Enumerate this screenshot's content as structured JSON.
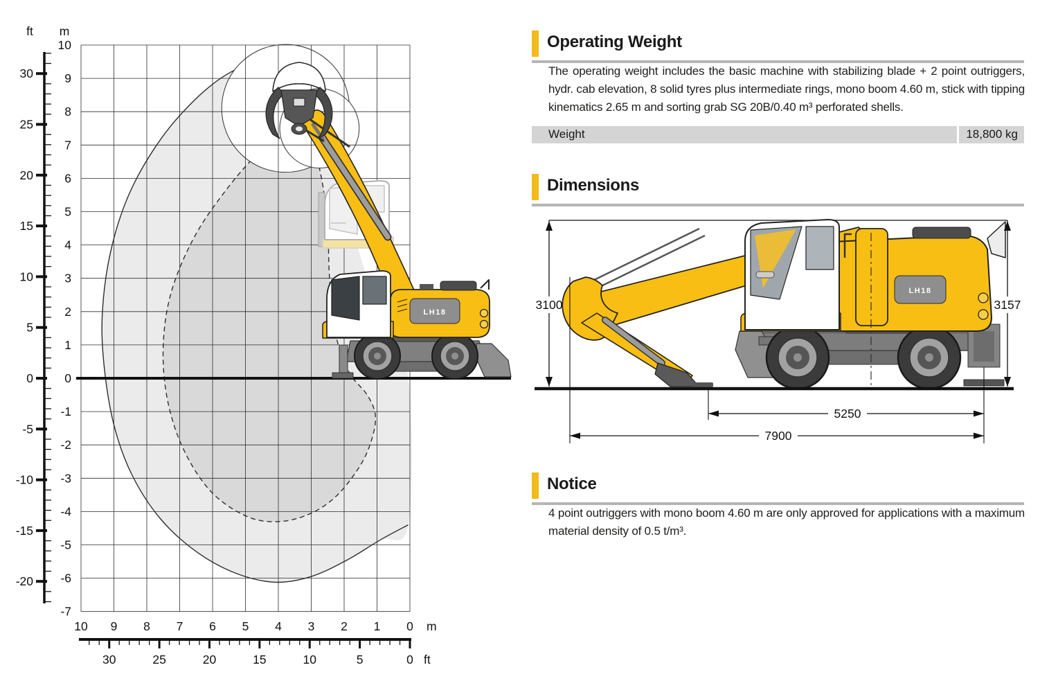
{
  "model": "LH18",
  "sections": {
    "operating_weight": {
      "title": "Operating Weight",
      "body": "The operating weight includes the basic machine with stabilizing blade + 2 point outriggers, hydr. cab elevation, 8 solid tyres plus intermediate rings, mono boom 4.60 m, stick with tipping kinematics 2.65 m and sorting grab SG 20B/0.40 m³ perforated shells.",
      "weight_label": "Weight",
      "weight_value": "18,800 kg"
    },
    "dimensions": {
      "title": "Dimensions",
      "dims": {
        "height_boom": "3100",
        "height_cab": "3157",
        "length_inner": "5250",
        "length_overall": "7900"
      }
    },
    "notice": {
      "title": "Notice",
      "body": "4 point outriggers with mono boom 4.60 m are only approved for applications with a maximum material density of 0.5 t/m³."
    }
  },
  "chart": {
    "unit_left_outer": "ft",
    "unit_left_inner": "m",
    "unit_bottom_m": "m",
    "unit_bottom_ft": "ft"
  },
  "chart_data": {
    "type": "area",
    "description": "Working range envelope diagram of the material handler with sorting grab",
    "x_axis": {
      "label": "reach",
      "unit": "m",
      "range": [
        0,
        10
      ],
      "reversed": true,
      "ticks_m": [
        10,
        9,
        8,
        7,
        6,
        5,
        4,
        3,
        2,
        1,
        0
      ],
      "ticks_ft": [
        30,
        25,
        20,
        15,
        10,
        5,
        0
      ]
    },
    "y_axis": {
      "label": "height",
      "unit": "m",
      "range": [
        -7,
        10
      ],
      "ticks_m": [
        10,
        9,
        8,
        7,
        6,
        5,
        4,
        3,
        2,
        1,
        0,
        -1,
        -2,
        -3,
        -4,
        -5,
        -6,
        -7
      ],
      "ticks_ft": [
        30,
        25,
        20,
        15,
        10,
        5,
        0,
        -5,
        -10,
        -15,
        -20
      ]
    },
    "grid": true,
    "ground_level_m": 0,
    "series": [
      {
        "name": "maximum-working-envelope",
        "line": "solid",
        "fill": "#ebebeb",
        "points": [
          [
            3.9,
            9.2
          ],
          [
            4.55,
            9.5
          ],
          [
            5.6,
            9.1
          ],
          [
            6.7,
            8.2
          ],
          [
            7.7,
            7.0
          ],
          [
            8.55,
            5.5
          ],
          [
            9.1,
            3.8
          ],
          [
            9.35,
            2.0
          ],
          [
            9.3,
            0.4
          ],
          [
            9.0,
            -1.4
          ],
          [
            8.45,
            -2.9
          ],
          [
            7.6,
            -4.2
          ],
          [
            6.5,
            -5.2
          ],
          [
            5.3,
            -5.85
          ],
          [
            4.1,
            -6.12
          ],
          [
            3.0,
            -5.95
          ],
          [
            1.9,
            -5.45
          ],
          [
            0.9,
            -4.85
          ],
          [
            0.05,
            -4.4
          ]
        ],
        "closure": [
          [
            0.05,
            0.0
          ],
          [
            0.9,
            1.8
          ],
          [
            1.8,
            4.6
          ],
          [
            2.6,
            7.0
          ],
          [
            3.3,
            8.35
          ]
        ]
      },
      {
        "name": "grab-working-envelope",
        "line": "dashed",
        "fill": "#d9d9d9",
        "points": [
          [
            3.45,
            8.0
          ],
          [
            4.5,
            6.9
          ],
          [
            5.55,
            5.7
          ],
          [
            6.55,
            4.25
          ],
          [
            7.25,
            2.6
          ],
          [
            7.5,
            1.0
          ],
          [
            7.38,
            -0.6
          ],
          [
            6.9,
            -2.1
          ],
          [
            6.05,
            -3.4
          ],
          [
            4.95,
            -4.15
          ],
          [
            3.95,
            -4.3
          ],
          [
            3.0,
            -4.05
          ],
          [
            2.2,
            -3.5
          ],
          [
            1.5,
            -2.6
          ],
          [
            1.15,
            -1.8
          ],
          [
            1.05,
            -1.1
          ],
          [
            1.3,
            -0.5
          ],
          [
            1.8,
            0.1
          ],
          [
            2.15,
            0.9
          ],
          [
            2.35,
            1.9
          ],
          [
            2.45,
            3.1
          ],
          [
            2.5,
            4.5
          ],
          [
            2.65,
            5.8
          ],
          [
            2.95,
            7.0
          ]
        ]
      }
    ],
    "grab_circles": [
      {
        "cx": 3.78,
        "cy": 8.1,
        "r": 1.93
      },
      {
        "cx": 2.75,
        "cy": 7.5,
        "r": 1.2
      }
    ]
  }
}
